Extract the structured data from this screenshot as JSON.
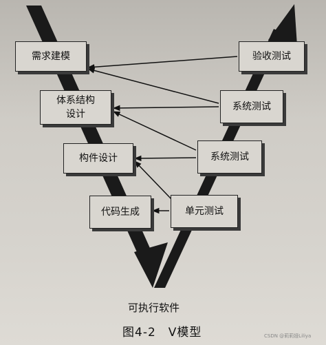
{
  "diagram": {
    "left_boxes": {
      "requirements": "需求建模",
      "architecture_line1": "体系结构",
      "architecture_line2": "设计",
      "component": "构件设计",
      "code": "代码生成"
    },
    "right_boxes": {
      "acceptance": "验收测试",
      "system_upper": "系统测试",
      "system_lower": "系统测试",
      "unit": "单元测试"
    },
    "bottom_label": "可执行软件",
    "caption": "图4-2　V模型",
    "watermark": "CSDN @莉莉娅Liliya"
  }
}
